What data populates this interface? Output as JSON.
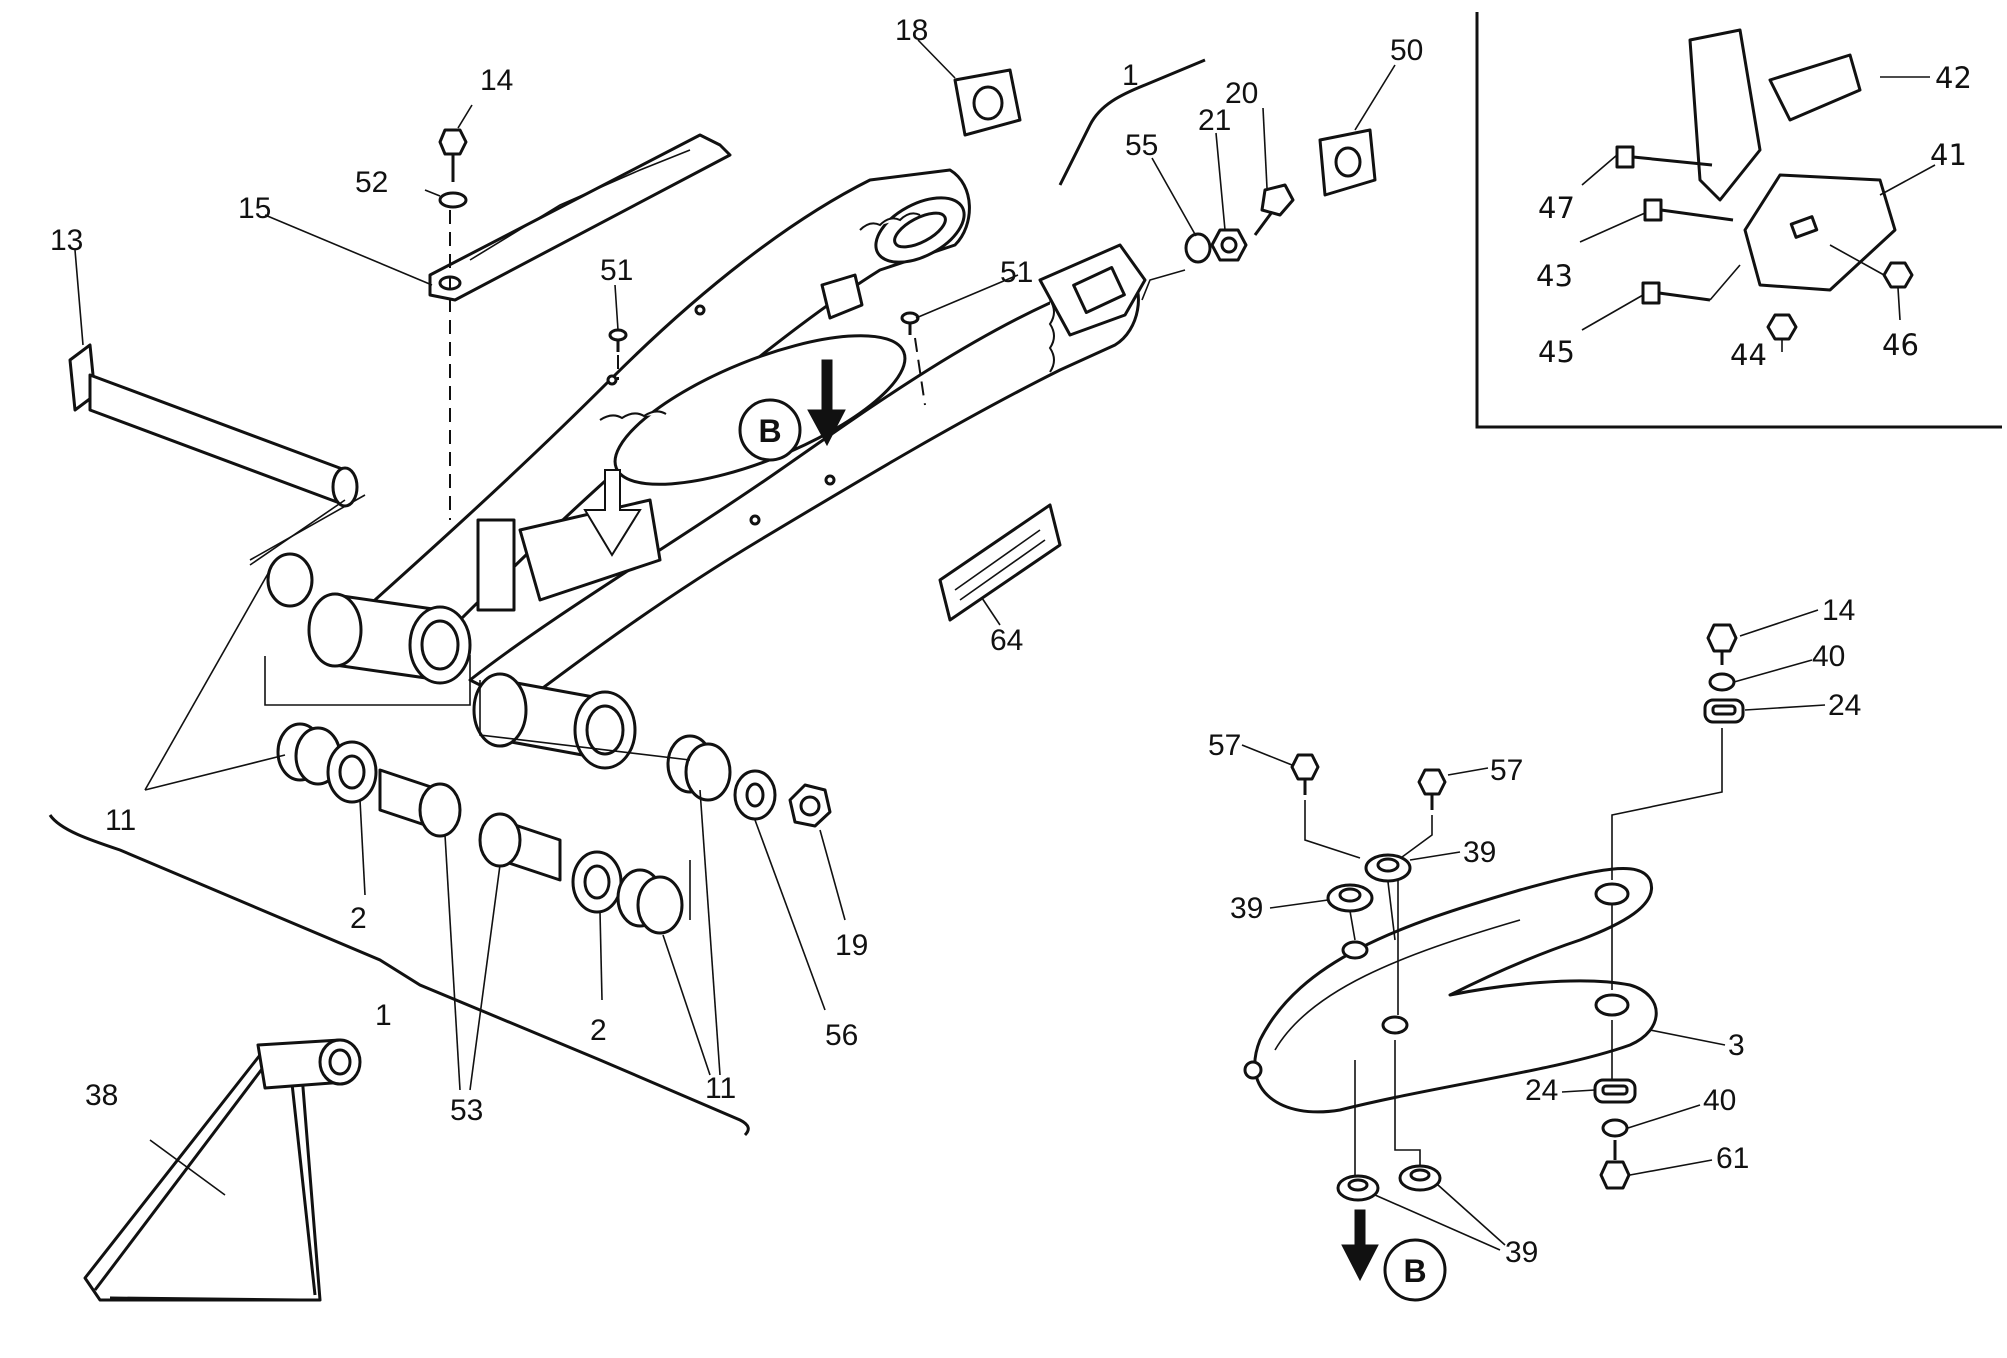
{
  "main_labels": {
    "l1_top": "1",
    "l1_bottom": "1",
    "l2a": "2",
    "l2b": "2",
    "l11a": "11",
    "l11b": "11",
    "l13": "13",
    "l14": "14",
    "l15": "15",
    "l18": "18",
    "l19": "19",
    "l20": "20",
    "l21": "21",
    "l38": "38",
    "l50": "50",
    "l51a": "51",
    "l51b": "51",
    "l52": "52",
    "l53": "53",
    "l55": "55",
    "l56": "56",
    "l64": "64"
  },
  "inset_labels": {
    "l41": "41",
    "l42": "42",
    "l43": "43",
    "l44": "44",
    "l45": "45",
    "l46": "46",
    "l47": "47"
  },
  "slider_labels": {
    "l3": "3",
    "l14": "14",
    "l24a": "24",
    "l24b": "24",
    "l39a": "39",
    "l39b": "39",
    "l39c": "39",
    "l40a": "40",
    "l40b": "40",
    "l57a": "57",
    "l57b": "57",
    "l61": "61"
  },
  "view_markers": {
    "b_main": "B",
    "b_detail": "B"
  }
}
